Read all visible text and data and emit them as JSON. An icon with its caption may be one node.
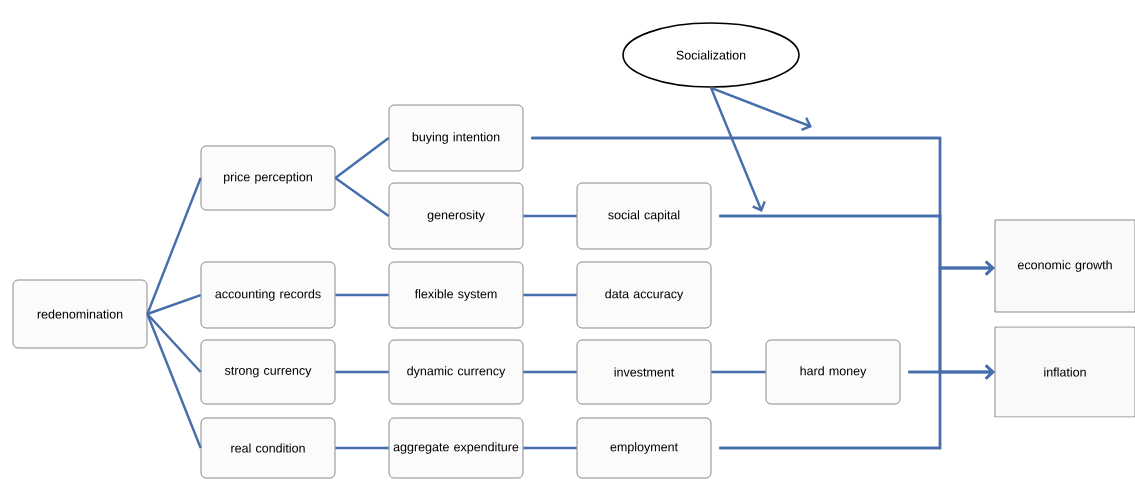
{
  "diagram": {
    "nodes": [
      {
        "text": [
          "Socialization"
        ]
      },
      {
        "text": [
          "redenomination"
        ]
      },
      {
        "text": [
          "price perception"
        ]
      },
      {
        "text": [
          "accounting records"
        ]
      },
      {
        "text": [
          "strong currency"
        ]
      },
      {
        "text": [
          "real condition"
        ]
      },
      {
        "text": [
          "buying intention"
        ]
      },
      {
        "text": [
          "generosity"
        ]
      },
      {
        "text": [
          "flexible system"
        ]
      },
      {
        "text": [
          "dynamic currency"
        ]
      },
      {
        "text": [
          "aggregate expenditure"
        ]
      },
      {
        "text": [
          "social capital"
        ]
      },
      {
        "text": [
          "data accuracy"
        ]
      },
      {
        "text": [
          "investment"
        ]
      },
      {
        "text": [
          "employment"
        ]
      },
      {
        "text": [
          "hard money"
        ]
      },
      {
        "text": [
          "economic growth"
        ]
      },
      {
        "text": [
          "inflation"
        ]
      }
    ],
    "edges": [
      {
        "from": 1,
        "to": 2,
        "arrow": "none"
      },
      {
        "from": 1,
        "to": 3,
        "arrow": "none"
      },
      {
        "from": 1,
        "to": 4,
        "arrow": "none"
      },
      {
        "from": 1,
        "to": 5,
        "arrow": "none"
      },
      {
        "from": 2,
        "to": 6,
        "arrow": "none"
      },
      {
        "from": 2,
        "to": 7,
        "arrow": "none"
      },
      {
        "from": 7,
        "to": 11,
        "arrow": "none"
      },
      {
        "from": 3,
        "to": 8,
        "arrow": "none"
      },
      {
        "from": 8,
        "to": 12,
        "arrow": "none"
      },
      {
        "from": 4,
        "to": 9,
        "arrow": "none"
      },
      {
        "from": 9,
        "to": 13,
        "arrow": "none"
      },
      {
        "from": 13,
        "to": 15,
        "arrow": "none"
      },
      {
        "from": 5,
        "to": 10,
        "arrow": "none"
      },
      {
        "from": 10,
        "to": 14,
        "arrow": "none"
      },
      {
        "from": 6,
        "to": 16,
        "arrow": "to"
      },
      {
        "from": 6,
        "to": 17,
        "arrow": "to"
      },
      {
        "from": 11,
        "to": 16,
        "arrow": "to"
      },
      {
        "from": 11,
        "to": 17,
        "arrow": "to"
      },
      {
        "from": 15,
        "to": 16,
        "arrow": "to"
      },
      {
        "from": 15,
        "to": 17,
        "arrow": "to"
      },
      {
        "from": 14,
        "to": 16,
        "arrow": "to"
      },
      {
        "from": 14,
        "to": 17,
        "arrow": "to"
      },
      {
        "from": 0,
        "to": null,
        "arrow": "to"
      },
      {
        "from": 0,
        "to": null,
        "arrow": "to"
      }
    ]
  }
}
